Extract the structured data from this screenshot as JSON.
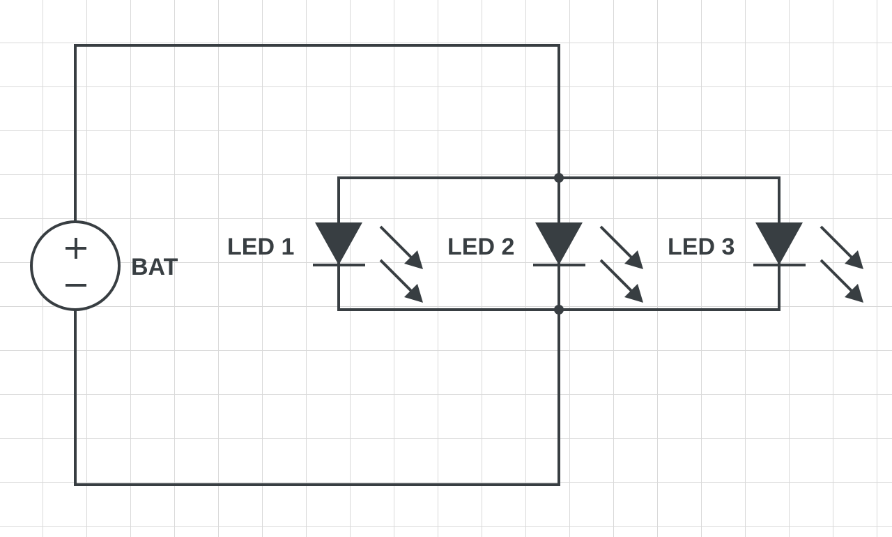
{
  "labels": {
    "battery": "BAT",
    "battery_plus": "+",
    "battery_minus": "−",
    "leds": [
      "LED 1",
      "LED 2",
      "LED 3"
    ]
  },
  "colors": {
    "ink": "#383e42",
    "grid": "#d9d9d9",
    "background": "#ffffff"
  },
  "icons": [
    "battery-symbol-icon",
    "led-diode-icon",
    "light-emission-arrow-icon",
    "junction-dot-icon"
  ]
}
